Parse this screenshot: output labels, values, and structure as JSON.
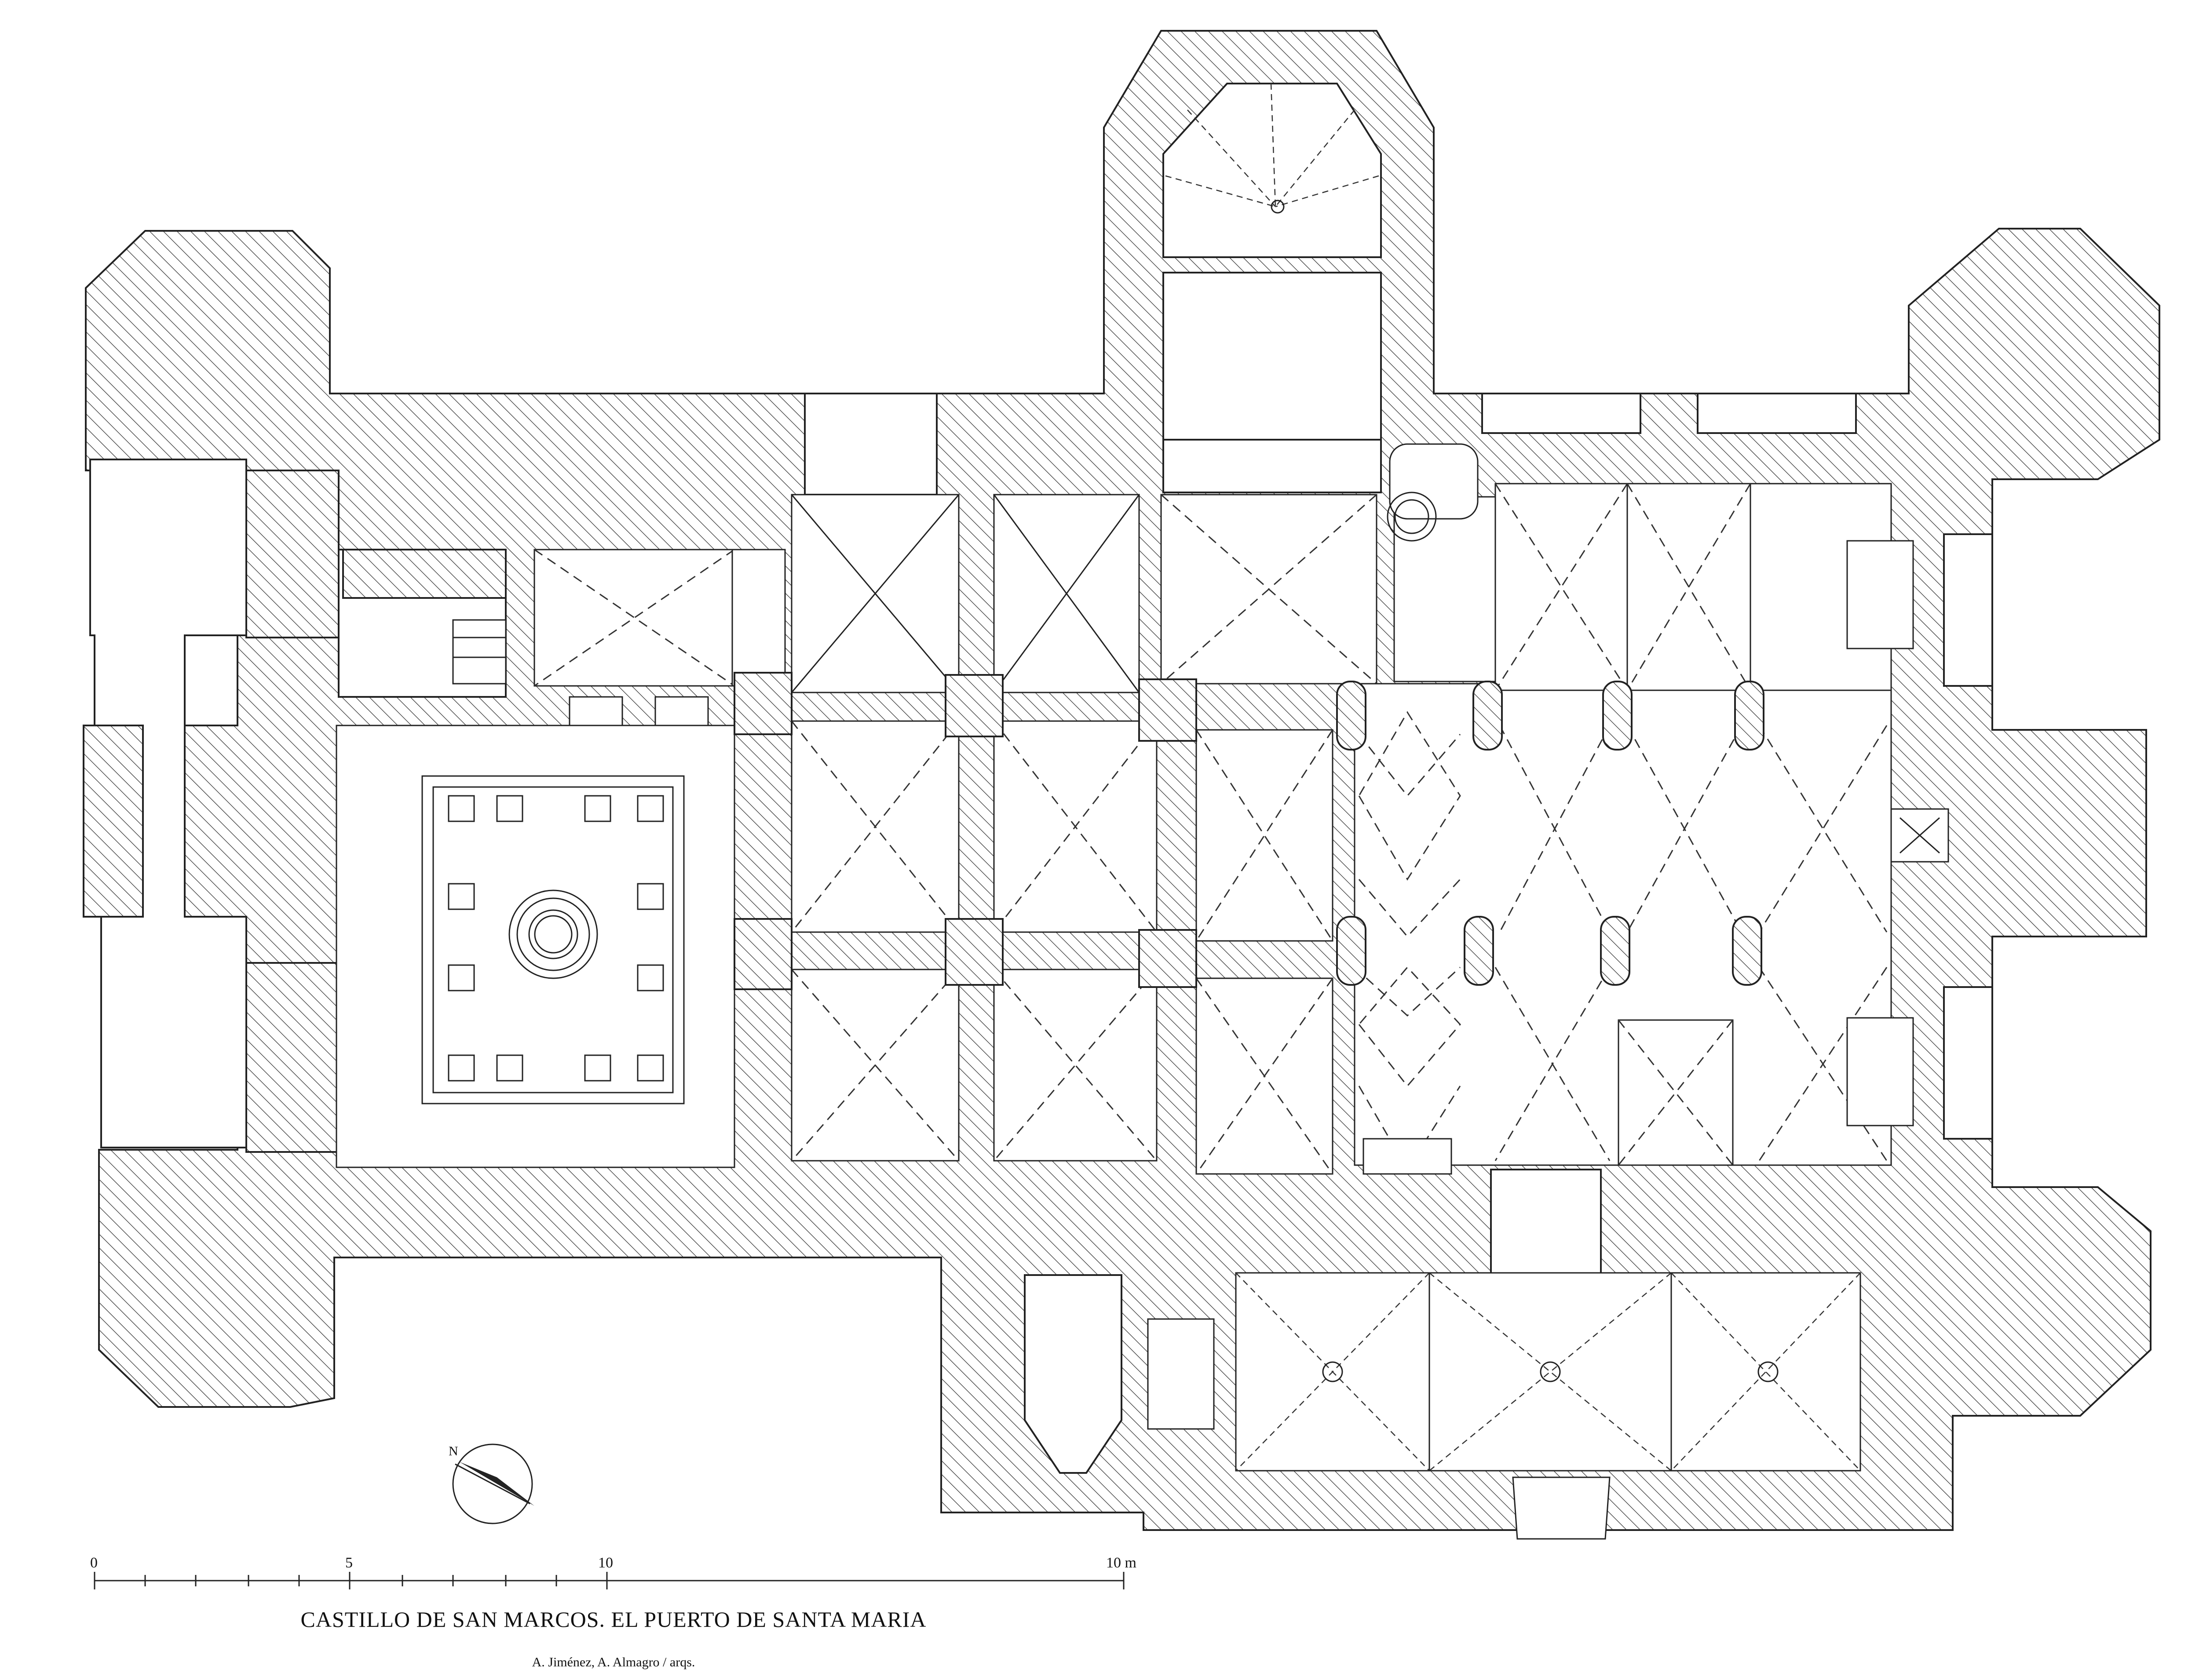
{
  "title": "CASTILLO DE SAN MARCOS. EL PUERTO DE SANTA MARIA",
  "credit": "A. Jiménez, A. Almagro / arqs.",
  "scale_bar": {
    "labels": [
      "0",
      "5",
      "10",
      "10 m"
    ]
  },
  "north_arrow": {
    "label": "N"
  },
  "colors": {
    "line": "#222222",
    "background": "#ffffff"
  },
  "icons": [
    "north-arrow-icon",
    "scale-bar"
  ]
}
